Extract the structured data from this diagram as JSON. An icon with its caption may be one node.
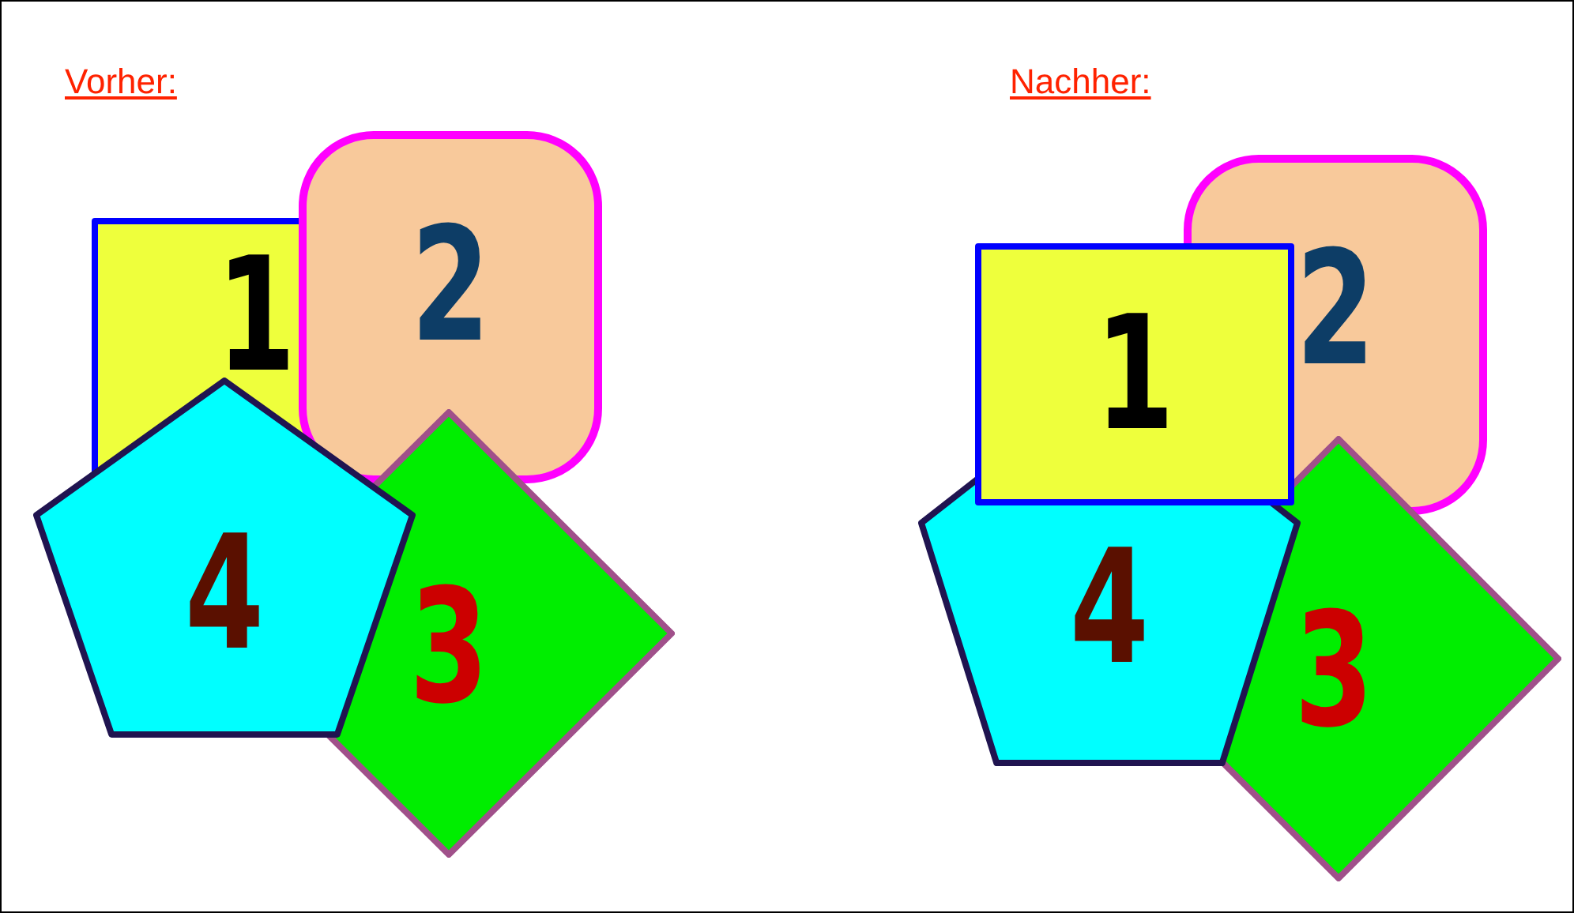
{
  "diagram": {
    "nodes": [
      {
        "text": [
          "1"
        ]
      },
      {
        "text": [
          "2"
        ]
      },
      {
        "text": [
          "3"
        ]
      },
      {
        "text": [
          "4"
        ]
      },
      {
        "text": [
          "1"
        ]
      },
      {
        "text": [
          "2"
        ]
      },
      {
        "text": [
          "3"
        ]
      },
      {
        "text": [
          "4"
        ]
      }
    ],
    "labels": [
      "Vorher:",
      "Nachher:"
    ]
  }
}
